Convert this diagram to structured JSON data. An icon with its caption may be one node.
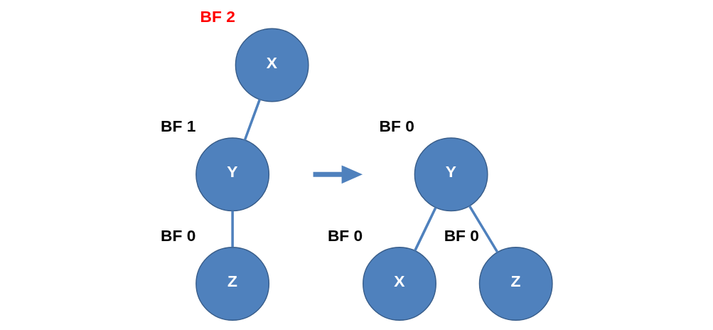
{
  "diagram": {
    "nodes": [
      {
        "text": [
          "X"
        ],
        "beside": [
          "BF 2"
        ]
      },
      {
        "text": [
          "Y"
        ],
        "beside": [
          "BF 1"
        ]
      },
      {
        "text": [
          "Z"
        ],
        "beside": [
          "BF 0"
        ]
      },
      {
        "text": [
          "Y"
        ],
        "beside": [
          "BF 0"
        ]
      },
      {
        "text": [
          "X"
        ],
        "beside": [
          "BF 0"
        ]
      },
      {
        "text": [
          "Z"
        ],
        "beside": [
          "BF 0"
        ]
      }
    ],
    "edges": [
      {
        "from": 0,
        "to": 1,
        "arrow": "none"
      },
      {
        "from": 1,
        "to": 2,
        "arrow": "none"
      },
      {
        "from": 3,
        "to": 4,
        "arrow": "none"
      },
      {
        "from": 3,
        "to": 5,
        "arrow": "none"
      }
    ]
  }
}
